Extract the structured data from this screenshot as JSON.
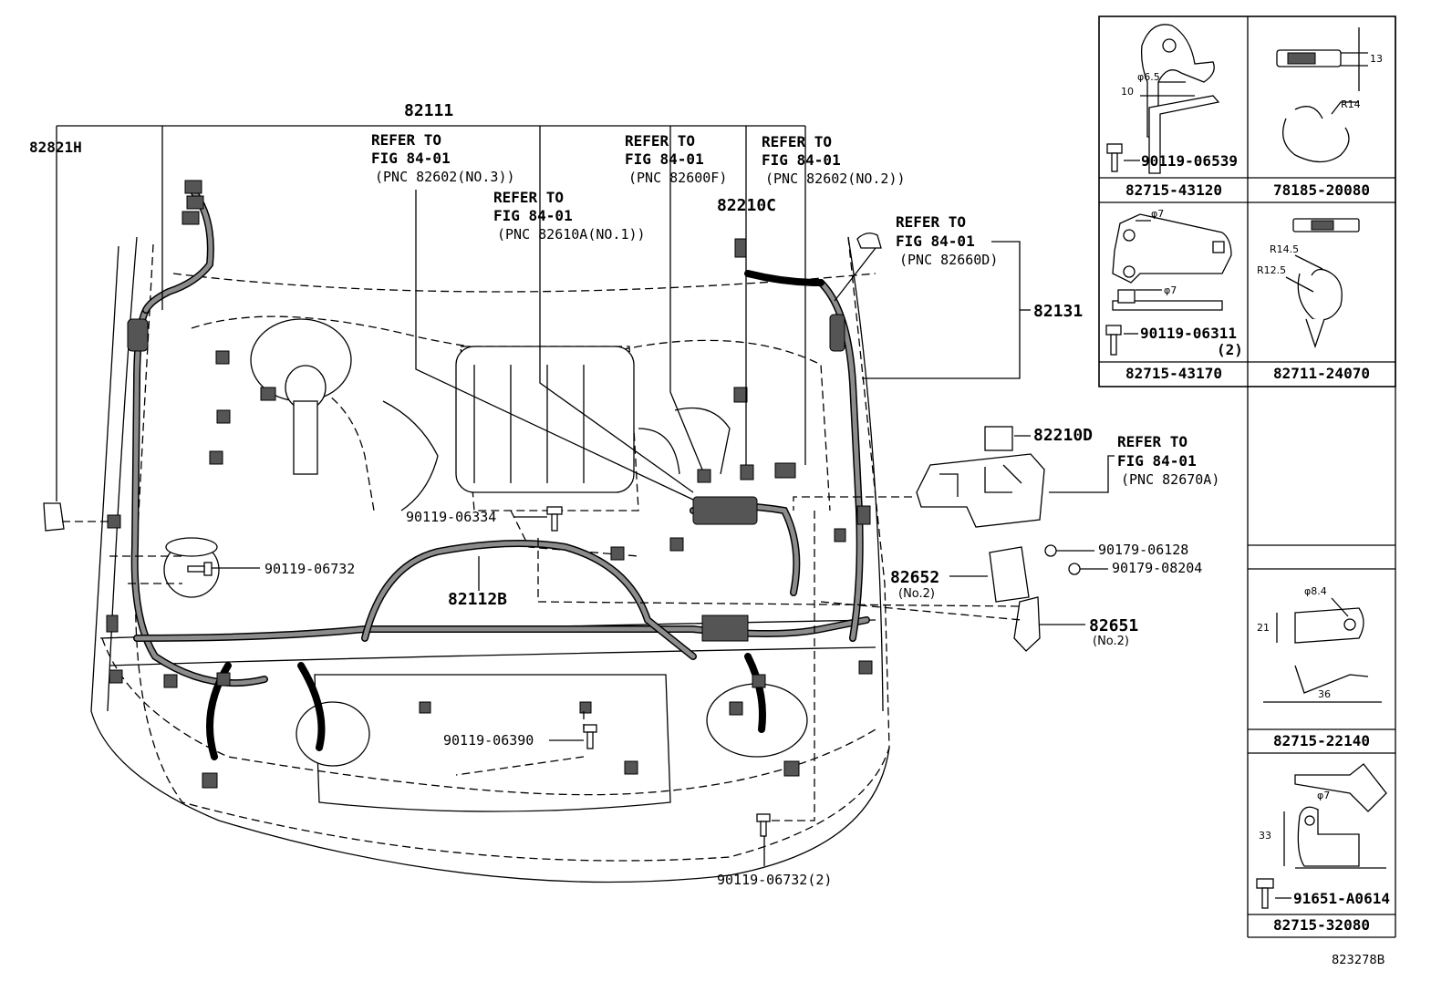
{
  "diagram_id": "823278B",
  "main_labels": {
    "p82111": "82111",
    "p82821h": "82821H",
    "p82210c": "82210C",
    "p82131": "82131",
    "p82210d": "82210D",
    "p82112b": "82112B",
    "p82652": "82652",
    "p82652_sub": "(No.2)",
    "p82651": "82651",
    "p82651_sub": "(No.2)",
    "b90119_06334": "90119-06334",
    "b90119_06732": "90119-06732",
    "b90119_06390": "90119-06390",
    "b90119_06732_2": "90119-06732(2)",
    "n90179_06128": "90179-06128",
    "n90179_08204": "90179-08204"
  },
  "references": {
    "ref1": {
      "l1": "REFER TO",
      "l2": "FIG 84-01",
      "l3": "(PNC 82602(NO.3))"
    },
    "ref2": {
      "l1": "REFER TO",
      "l2": "FIG 84-01",
      "l3": "(PNC 82610A(NO.1))"
    },
    "ref3": {
      "l1": "REFER TO",
      "l2": "FIG 84-01",
      "l3": "(PNC 82600F)"
    },
    "ref4": {
      "l1": "REFER TO",
      "l2": "FIG 84-01",
      "l3": "(PNC 82602(NO.2))"
    },
    "ref5": {
      "l1": "REFER TO",
      "l2": "FIG 84-01",
      "l3": "(PNC 82660D)"
    },
    "ref6": {
      "l1": "REFER TO",
      "l2": "FIG 84-01",
      "l3": "(PNC 82670A)"
    }
  },
  "side_panel": {
    "c1": {
      "part": "82715-43120",
      "bolt": "90119-06539",
      "dim_a": "φ6.5",
      "dim_b": "10"
    },
    "c2": {
      "part": "78185-20080",
      "dim_a": "13",
      "dim_b": "R14"
    },
    "c3": {
      "part": "82715-43170",
      "bolt": "90119-06311",
      "qty": "(2)",
      "dim_a": "φ7",
      "dim_b": "φ7"
    },
    "c4": {
      "part": "82711-24070",
      "dim_a": "R14.5",
      "dim_b": "R12.5"
    },
    "c5": {
      "part": "82715-22140",
      "dim_a": "φ8.4",
      "dim_b": "21",
      "dim_c": "36"
    },
    "c6": {
      "part": "82715-32080",
      "bolt": "91651-A0614",
      "dim_a": "φ7",
      "dim_b": "33"
    }
  },
  "icons": [
    "bolt-icon",
    "nut-icon",
    "connector-icon",
    "clip-icon",
    "relay-icon",
    "fuse-box-icon"
  ]
}
